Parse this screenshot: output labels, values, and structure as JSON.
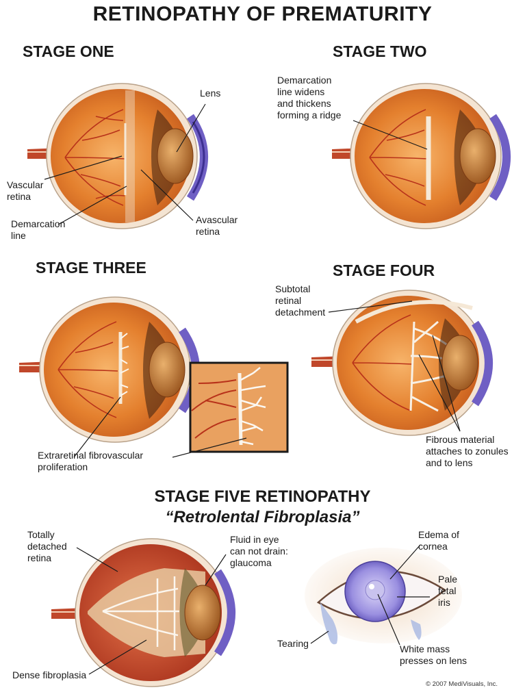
{
  "title": "RETINOPATHY OF PREMATURITY",
  "stages": {
    "one": {
      "heading": "STAGE ONE",
      "labels": {
        "lens": "Lens",
        "vascular": [
          "Vascular",
          "retina"
        ],
        "demarcation": [
          "Demarcation",
          "line"
        ],
        "avascular": [
          "Avascular",
          "retina"
        ]
      }
    },
    "two": {
      "heading": "STAGE TWO",
      "labels": {
        "ridge": [
          "Demarcation",
          "line widens",
          "and thickens",
          "forming a ridge"
        ]
      }
    },
    "three": {
      "heading": "STAGE THREE",
      "labels": {
        "proliferation": [
          "Extraretinal fibrovascular",
          "proliferation"
        ]
      }
    },
    "four": {
      "heading": "STAGE FOUR",
      "labels": {
        "detachment": [
          "Subtotal",
          "retinal",
          "detachment"
        ],
        "fibrous": [
          "Fibrous material",
          "attaches to zonules",
          "and to lens"
        ]
      }
    },
    "five": {
      "heading": "STAGE FIVE RETINOPATHY",
      "subheading": "“Retrolental Fibroplasia”",
      "labels": {
        "detached": [
          "Totally",
          "detached",
          "retina"
        ],
        "glaucoma": [
          "Fluid in eye",
          "can not drain:",
          "glaucoma"
        ],
        "dense": "Dense fibroplasia",
        "edema": [
          "Edema of",
          "cornea"
        ],
        "iris": [
          "Pale",
          "fetal",
          "iris"
        ],
        "tearing": "Tearing",
        "mass": [
          "White mass",
          "presses on lens"
        ]
      }
    }
  },
  "copyright": "© 2007 MediVisuals, Inc.",
  "colors": {
    "retina": "#e07a2c",
    "retina_light": "#f0a45a",
    "vessel": "#b8321a",
    "sclera": "#f6e8d8",
    "cornea": "#6f5fc4",
    "lens": "#b76a28",
    "fibrous": "#f4ede2"
  }
}
